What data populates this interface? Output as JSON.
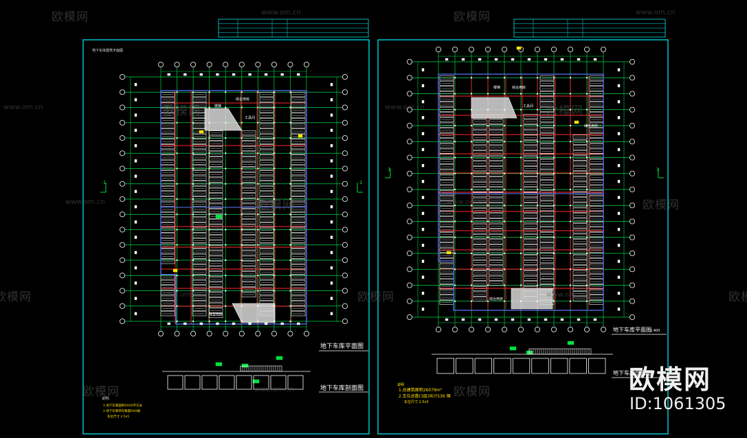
{
  "sheets": [
    {
      "plan_title": "地下车库平面图",
      "section_title": "地下车库剖面图",
      "header_text": "地下车库建筑平面图",
      "rooms": [
        "楼梯",
        "综合用房",
        "工具间",
        "综合用房"
      ],
      "section_mark": "1",
      "notes_title": "说明:",
      "notes": [
        "1.地下车库面积XXXX平方米",
        "2.地下车库停车数量XXX辆",
        "车位尺寸 2.5x5"
      ]
    },
    {
      "plan_title": "地下车库平面图",
      "plan_scale": "1:400",
      "section_title": "地下车库剖面图",
      "rooms": [
        "楼梯",
        "综合用房",
        "工具间",
        "综合用房",
        "综合用房"
      ],
      "section_mark": "1",
      "notes_title": "说明",
      "notes": [
        "1.总建筑面积26079m²",
        "2.车位总数(3层)共计536 辆",
        "车位尺寸 2.5x5"
      ]
    }
  ],
  "watermarks": {
    "brand": "欧模网",
    "url": "www.om.cn",
    "id": "ID:1061305"
  },
  "colors": {
    "background": "#000000",
    "frame": "#00e5ee",
    "grid": "#00d84a",
    "wall": "#ff2a2a",
    "blue": "#5a78ff",
    "stall": "#ffffff",
    "hatch": "#d8d8d8",
    "marker": "#00e040",
    "yellow": "#ffe600"
  }
}
